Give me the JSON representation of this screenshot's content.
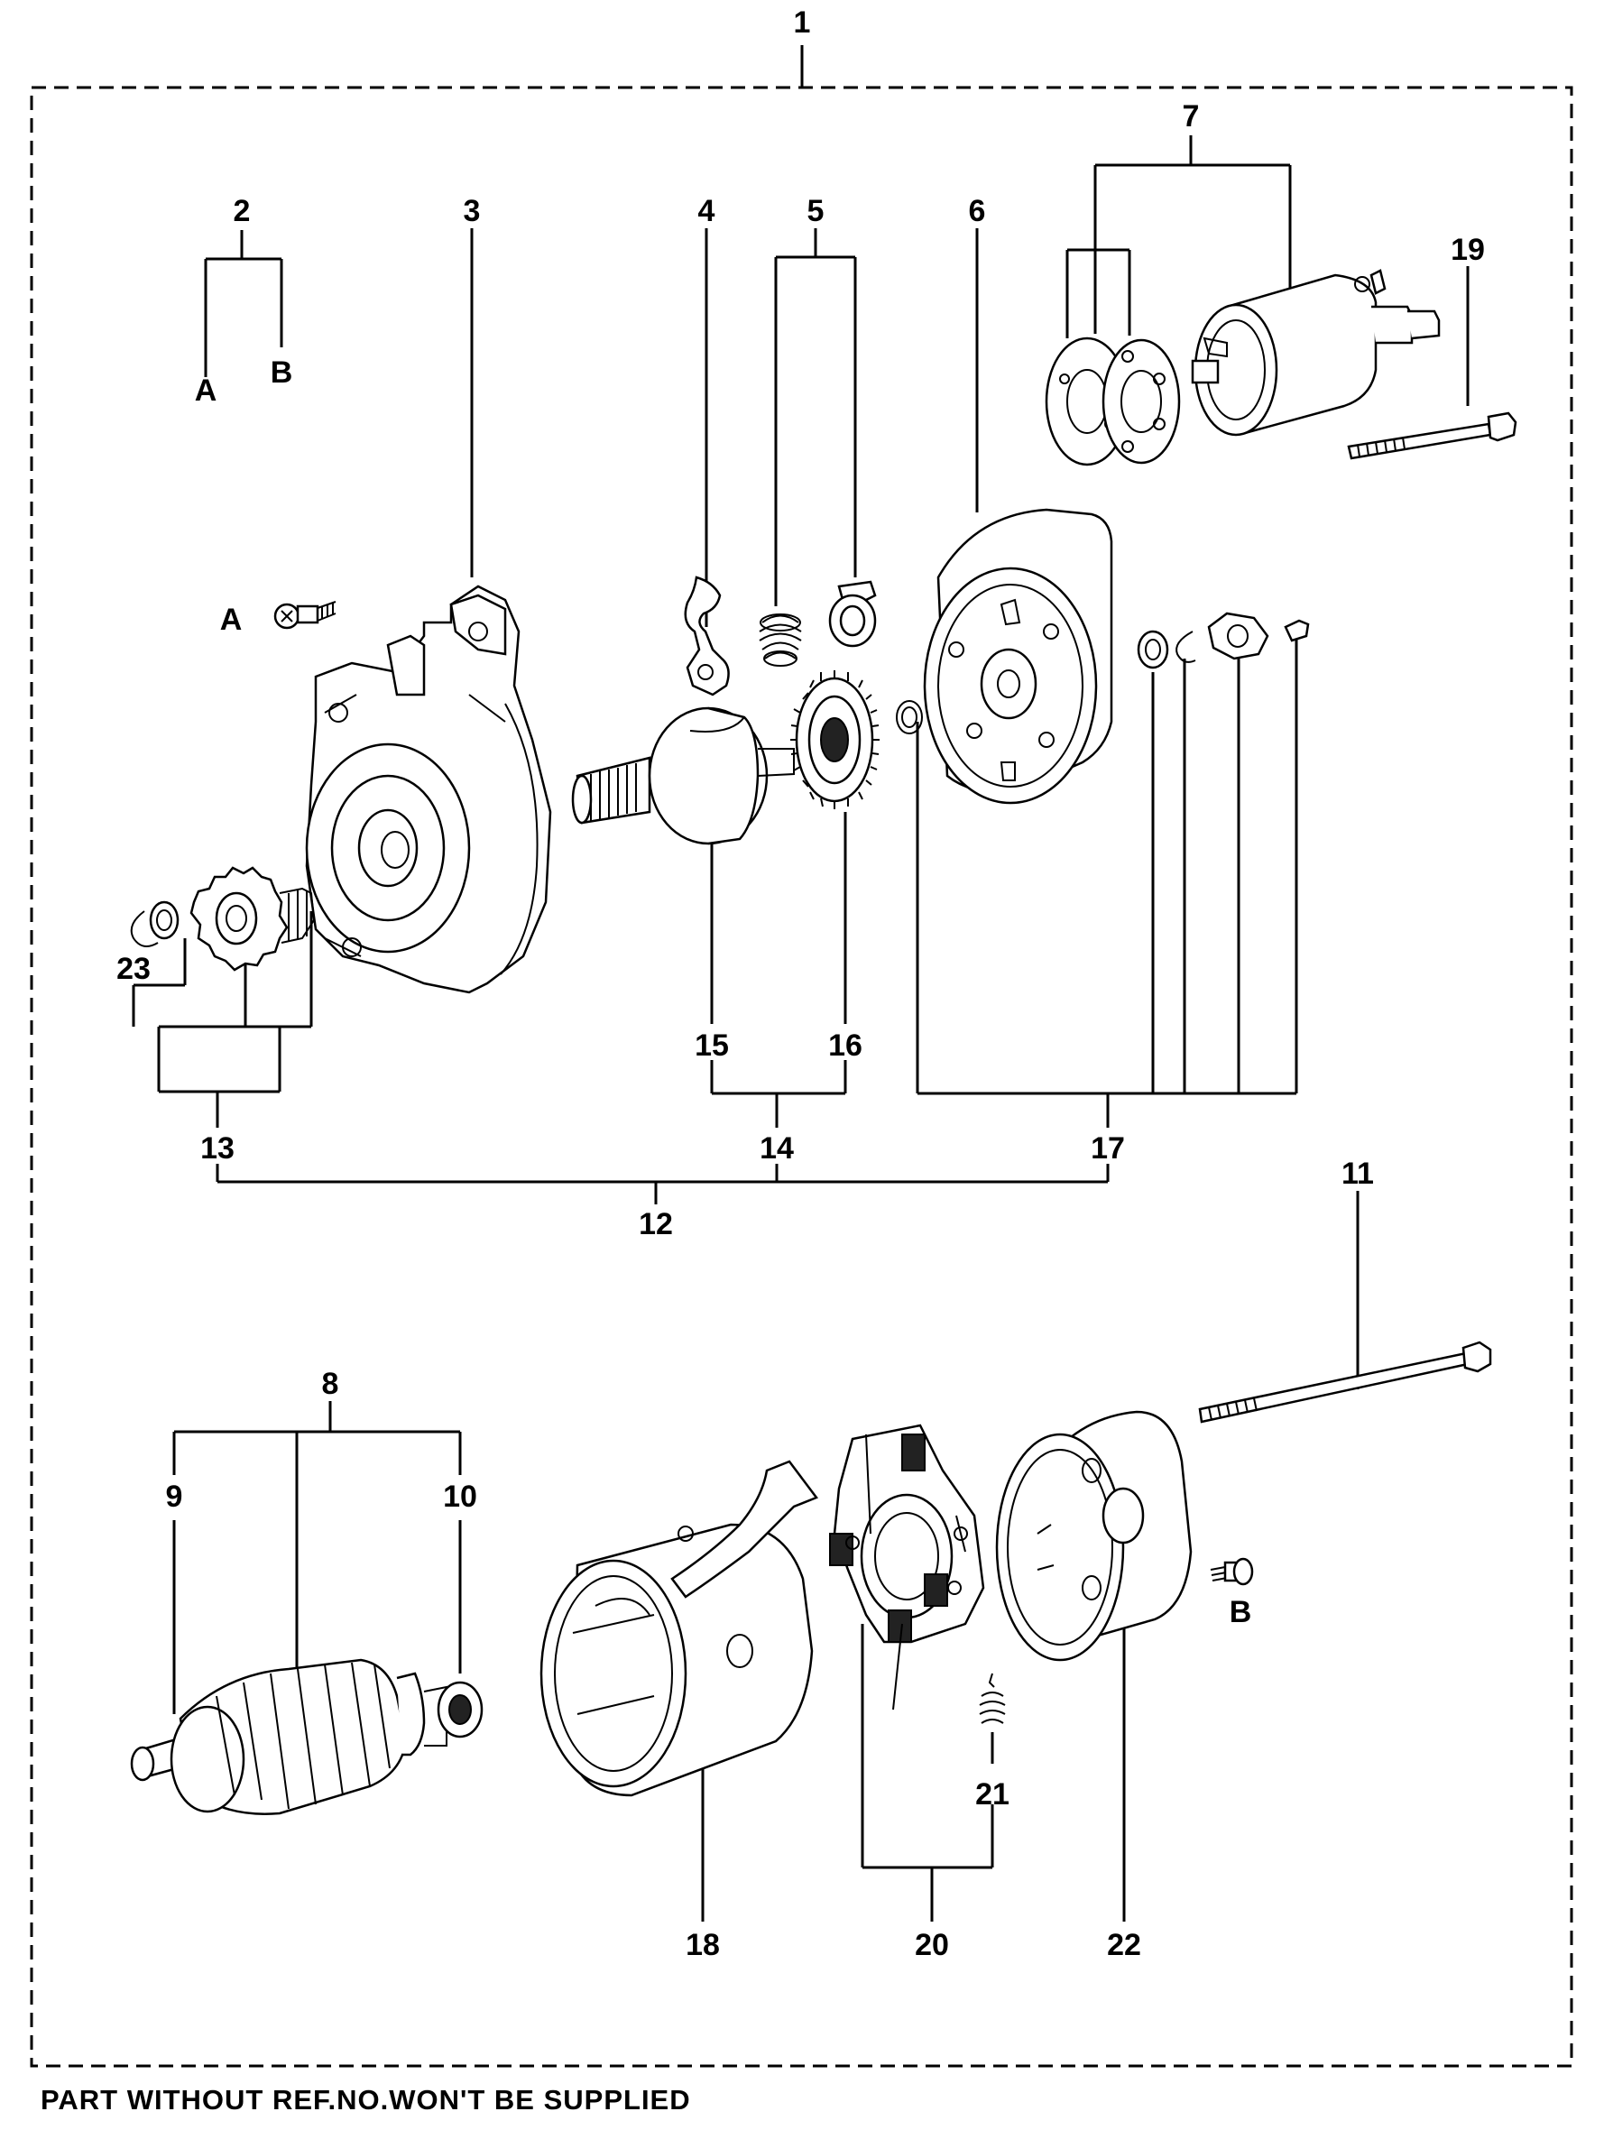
{
  "labels": {
    "n1": "1",
    "n2": "2",
    "n3": "3",
    "n4": "4",
    "n5": "5",
    "n6": "6",
    "n7": "7",
    "n8": "8",
    "n9": "9",
    "n10": "10",
    "n11": "11",
    "n12": "12",
    "n13": "13",
    "n14": "14",
    "n15": "15",
    "n16": "16",
    "n17": "17",
    "n18": "18",
    "n19": "19",
    "n20": "20",
    "n21": "21",
    "n22": "22",
    "n23": "23",
    "a_top": "A",
    "b_top": "B",
    "a_screw": "A",
    "b_screw": "B"
  },
  "footer": "PART WITHOUT REF.NO.WON'T BE SUPPLIED",
  "parts": [
    {
      "ref": "3",
      "icon": "drive-housing-icon"
    },
    {
      "ref": "4",
      "icon": "lever-icon"
    },
    {
      "ref": "5",
      "icon": "spring-and-retainer-icon"
    },
    {
      "ref": "6",
      "icon": "gear-housing-icon"
    },
    {
      "ref": "7",
      "icon": "solenoid-switch-icon"
    },
    {
      "ref": "8",
      "icon": "armature-icon"
    },
    {
      "ref": "11",
      "icon": "through-bolt-icon"
    },
    {
      "ref": "13",
      "icon": "pinion-gear-icon"
    },
    {
      "ref": "15",
      "icon": "shaft-icon"
    },
    {
      "ref": "16",
      "icon": "gear-icon"
    },
    {
      "ref": "18",
      "icon": "yoke-icon"
    },
    {
      "ref": "19",
      "icon": "bolt-icon"
    },
    {
      "ref": "20",
      "icon": "brush-holder-icon"
    },
    {
      "ref": "22",
      "icon": "end-frame-icon"
    }
  ]
}
